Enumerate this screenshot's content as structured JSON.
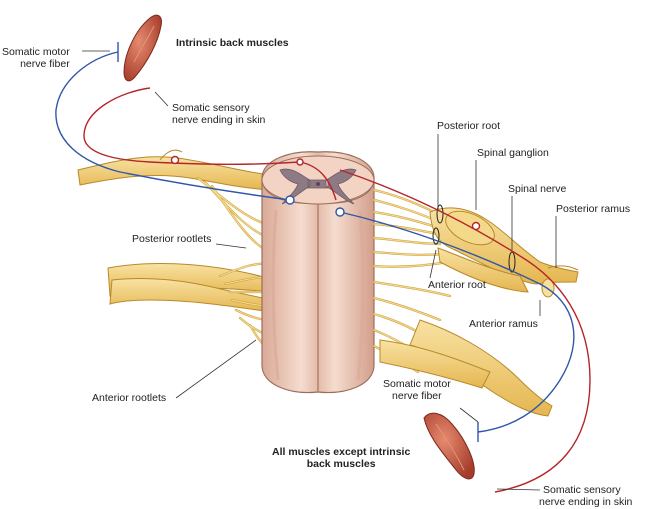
{
  "labels": {
    "somatic_motor_top": {
      "line1": "Somatic motor",
      "line2": "nerve fiber"
    },
    "intrinsic_back_muscles": "Intrinsic back muscles",
    "somatic_sensory_top": {
      "line1": "Somatic sensory",
      "line2": "nerve ending in skin"
    },
    "posterior_root": "Posterior root",
    "spinal_ganglion": "Spinal ganglion",
    "spinal_nerve": "Spinal nerve",
    "posterior_ramus": "Posterior ramus",
    "posterior_rootlets": "Posterior rootlets",
    "anterior_root": "Anterior root",
    "anterior_ramus": "Anterior ramus",
    "anterior_rootlets": "Anterior rootlets",
    "somatic_motor_bottom": {
      "line1": "Somatic motor",
      "line2": "nerve fiber"
    },
    "all_muscles_except": {
      "line1": "All muscles except intrinsic",
      "line2": "back muscles"
    },
    "somatic_sensory_bottom": {
      "line1": "Somatic sensory",
      "line2": "nerve ending in skin"
    }
  },
  "colors": {
    "nerve": "#f2cf7a",
    "nerve_outline": "#b8892a",
    "cord": "#efcfc0",
    "cord_outline": "#9a6e5c",
    "grey_matter": "#8d7a84",
    "muscle": "#c9553f",
    "motor_fiber": "#2f56a8",
    "sensory_fiber": "#b5262a",
    "leader": "#333333"
  }
}
